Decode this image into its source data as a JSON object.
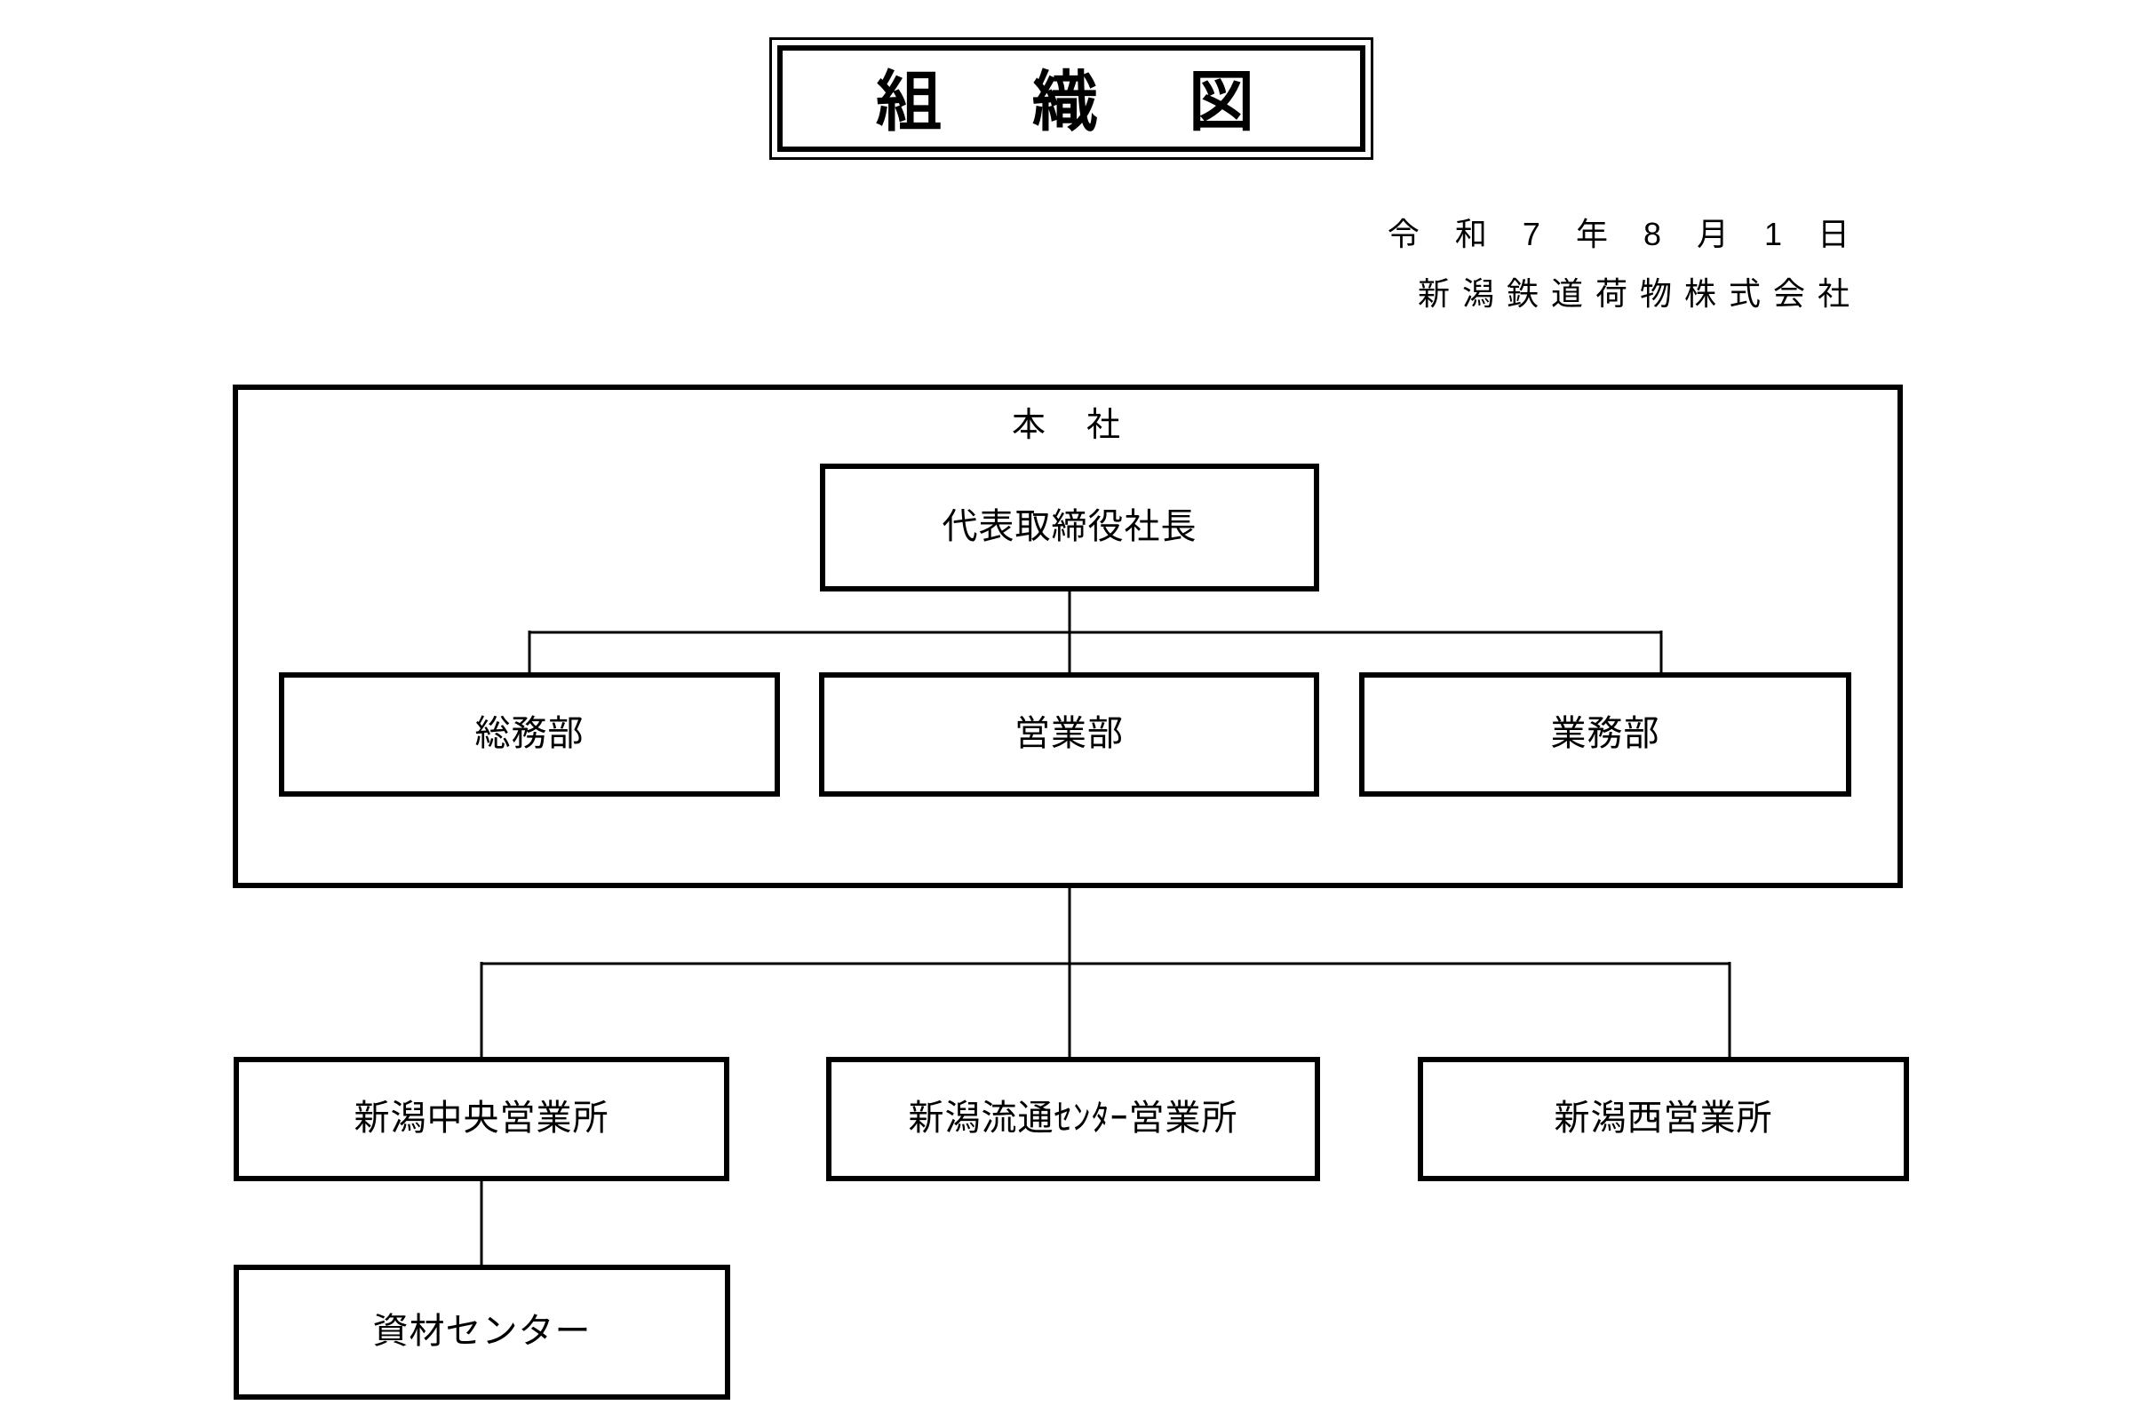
{
  "page": {
    "background": "#ffffff",
    "line_color": "#000000"
  },
  "title": {
    "text": "組　織　図"
  },
  "header": {
    "date": "令　和　7　年　8　月　1　日",
    "company": "新 潟 鉄 道 荷 物 株 式 会 社"
  },
  "head_office": {
    "label": "本　社",
    "president": {
      "label": "代表取締役社長"
    },
    "departments": [
      {
        "label": "総務部"
      },
      {
        "label": "営業部"
      },
      {
        "label": "業務部"
      }
    ]
  },
  "branches": [
    {
      "label": "新潟中央営業所"
    },
    {
      "label": "新潟流通ｾﾝﾀｰ営業所"
    },
    {
      "label": "新潟西営業所"
    }
  ],
  "material_center": {
    "label": "資材センター"
  }
}
